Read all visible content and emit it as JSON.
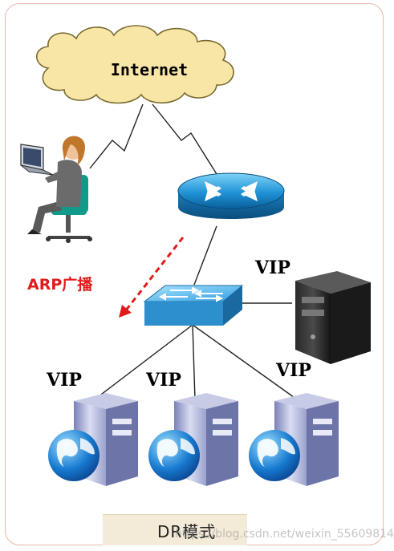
{
  "diagram": {
    "cloud_label": "Internet",
    "arp_label": "ARP广播",
    "vip_label": "VIP",
    "caption": "DR模式",
    "watermark": "https://blog.csdn.net/weixin_55609814"
  },
  "colors": {
    "cloud_fill": "#f8e6a6",
    "cloud_stroke": "#7a6a30",
    "router": "#1e7fbf",
    "switch": "#2e8fcf",
    "arp_arrow": "#e11b1b",
    "frame": "#e9b8a8",
    "caption_bg": "#f3ead7"
  },
  "icons": [
    "cloud-icon",
    "client-user-icon",
    "router-icon",
    "switch-icon",
    "director-server-icon",
    "real-server-icon",
    "globe-icon"
  ]
}
